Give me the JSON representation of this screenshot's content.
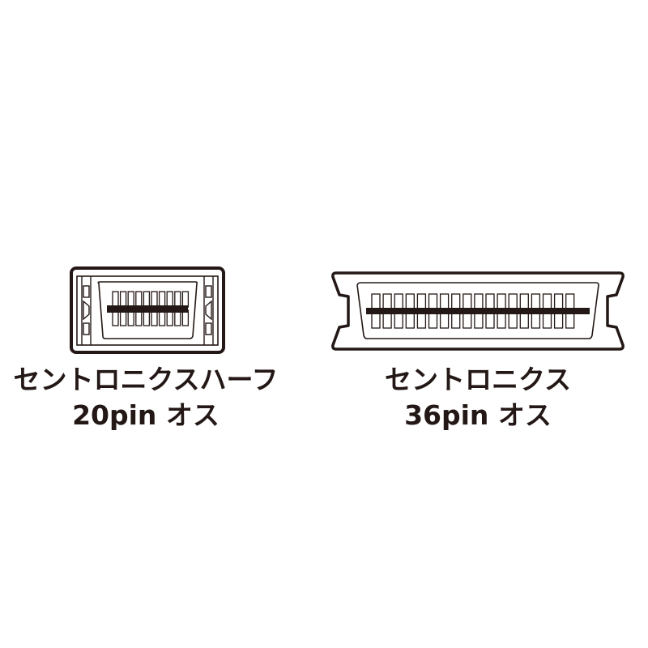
{
  "colors": {
    "ink": "#231815",
    "background": "#ffffff"
  },
  "connectors": [
    {
      "id": "half-pitch-20",
      "label_line1": "セントロニクスハーフ",
      "label_line2": "20pin オス",
      "pins_per_row": 10,
      "rows": 2,
      "total_pins": 20
    },
    {
      "id": "centronics-36",
      "label_line1": "セントロニクス",
      "label_line2": "36pin オス",
      "pins_per_row": 18,
      "rows": 2,
      "total_pins": 36
    }
  ]
}
